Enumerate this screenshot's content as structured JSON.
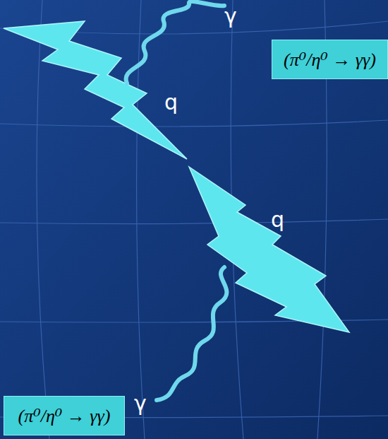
{
  "diagram": {
    "nodes": [
      {
        "text": [
          "(π⁰/η⁰ → γγ)"
        ]
      },
      {
        "text": [
          "(π⁰/η⁰ → γγ)"
        ]
      }
    ],
    "labels": [
      "γ",
      "q",
      "q",
      "γ"
    ]
  }
}
